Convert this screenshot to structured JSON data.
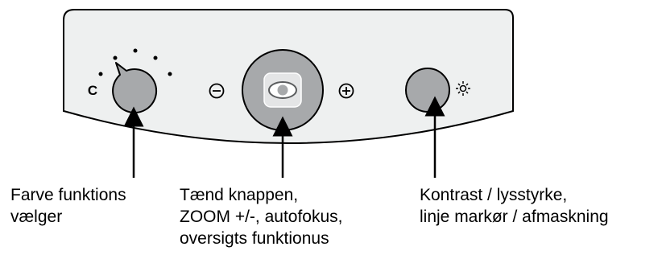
{
  "panel": {
    "color_selector_letter": "C",
    "colors": {
      "panel_fill": "#eef0f0",
      "knob_fill": "#a7a9ab",
      "outline": "#000000"
    }
  },
  "icons": {
    "power_button": "eye-icon",
    "zoom_minus": "minus-circle-icon",
    "zoom_plus": "plus-circle-icon",
    "brightness": "sun-icon"
  },
  "callouts": {
    "left": {
      "lines": [
        "Farve funktions",
        "vælger"
      ]
    },
    "middle": {
      "lines": [
        "Tænd knappen,",
        "ZOOM +/-, autofokus,",
        "oversigts funktionus"
      ]
    },
    "right": {
      "lines": [
        "Kontrast / lysstyrke,",
        "linje markør / afmaskning"
      ]
    }
  }
}
